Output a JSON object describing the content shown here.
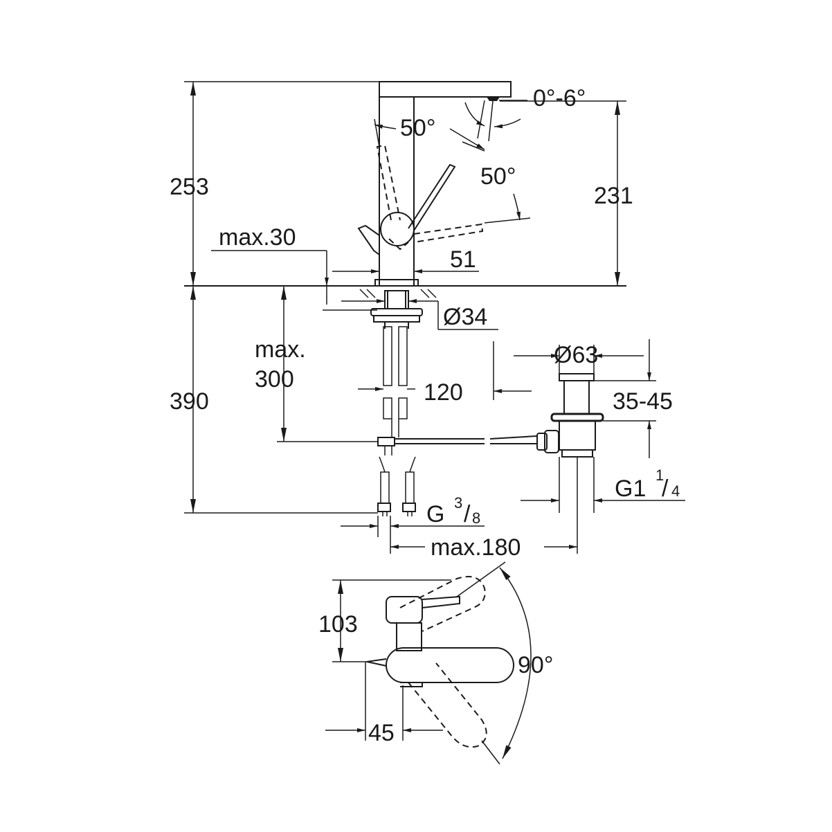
{
  "dimensions": {
    "height_total": "253",
    "spout_height": "231",
    "angle_spout_tilt": "0°-6°",
    "angle_lever_left": "50°",
    "angle_lever_right": "50°",
    "deck_thickness": "max.30",
    "body_width": "51",
    "hole_diameter": "Ø34",
    "below_deck": "390",
    "hose_max": "max.",
    "hose_max_value": "300",
    "tail_spacing": "120",
    "waste_diameter": "Ø63",
    "waste_range": "35-45",
    "waste_thread": "G1",
    "waste_thread_num": "1",
    "waste_thread_den": "4",
    "supply_thread": "G",
    "supply_thread_num": "3",
    "supply_thread_den": "8",
    "waste_offset": "max.180",
    "top_view_depth": "103",
    "top_view_offset": "45",
    "swivel_angle": "90°"
  }
}
